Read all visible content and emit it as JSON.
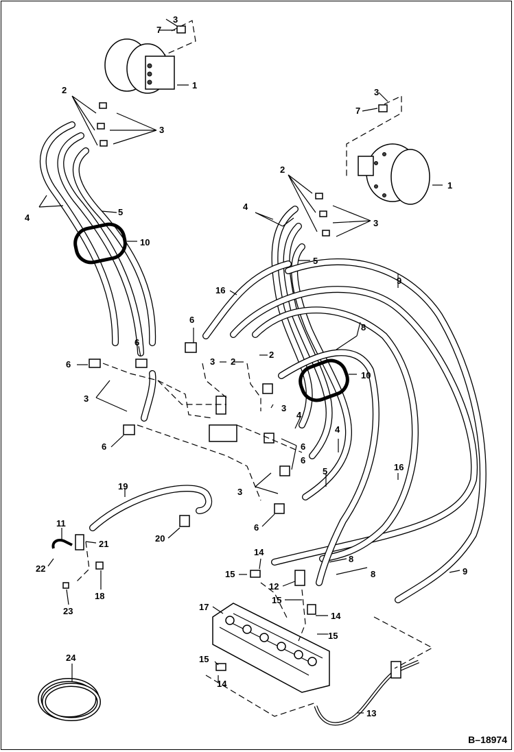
{
  "drawing_id": "B–18974",
  "callouts": [
    {
      "id": "c1a",
      "text": "1"
    },
    {
      "id": "c1b",
      "text": "1"
    },
    {
      "id": "c2a",
      "text": "2"
    },
    {
      "id": "c2b",
      "text": "2"
    },
    {
      "id": "c2c",
      "text": "2"
    },
    {
      "id": "c2d",
      "text": "2"
    },
    {
      "id": "c3a",
      "text": "3"
    },
    {
      "id": "c3b",
      "text": "3"
    },
    {
      "id": "c3c",
      "text": "3"
    },
    {
      "id": "c3d",
      "text": "3"
    },
    {
      "id": "c3e",
      "text": "3"
    },
    {
      "id": "c3f",
      "text": "3"
    },
    {
      "id": "c3g",
      "text": "3"
    },
    {
      "id": "c3h",
      "text": "3"
    },
    {
      "id": "c4a",
      "text": "4"
    },
    {
      "id": "c4b",
      "text": "4"
    },
    {
      "id": "c4c",
      "text": "4"
    },
    {
      "id": "c4d",
      "text": "4"
    },
    {
      "id": "c5a",
      "text": "5"
    },
    {
      "id": "c5b",
      "text": "5"
    },
    {
      "id": "c5c",
      "text": "5"
    },
    {
      "id": "c6a",
      "text": "6"
    },
    {
      "id": "c6b",
      "text": "6"
    },
    {
      "id": "c6c",
      "text": "6"
    },
    {
      "id": "c6d",
      "text": "6"
    },
    {
      "id": "c6e",
      "text": "6"
    },
    {
      "id": "c6f",
      "text": "6"
    },
    {
      "id": "c6g",
      "text": "6"
    },
    {
      "id": "c7a",
      "text": "7"
    },
    {
      "id": "c7b",
      "text": "7"
    },
    {
      "id": "c8a",
      "text": "8"
    },
    {
      "id": "c8b",
      "text": "8"
    },
    {
      "id": "c8c",
      "text": "8"
    },
    {
      "id": "c9a",
      "text": "9"
    },
    {
      "id": "c9b",
      "text": "9"
    },
    {
      "id": "c10a",
      "text": "10"
    },
    {
      "id": "c10b",
      "text": "10"
    },
    {
      "id": "c11",
      "text": "11"
    },
    {
      "id": "c12",
      "text": "12"
    },
    {
      "id": "c13",
      "text": "13"
    },
    {
      "id": "c14a",
      "text": "14"
    },
    {
      "id": "c14b",
      "text": "14"
    },
    {
      "id": "c14c",
      "text": "14"
    },
    {
      "id": "c15a",
      "text": "15"
    },
    {
      "id": "c15b",
      "text": "15"
    },
    {
      "id": "c15c",
      "text": "15"
    },
    {
      "id": "c15d",
      "text": "15"
    },
    {
      "id": "c16a",
      "text": "16"
    },
    {
      "id": "c16b",
      "text": "16"
    },
    {
      "id": "c17",
      "text": "17"
    },
    {
      "id": "c18",
      "text": "18"
    },
    {
      "id": "c19",
      "text": "19"
    },
    {
      "id": "c20",
      "text": "20"
    },
    {
      "id": "c21",
      "text": "21"
    },
    {
      "id": "c22",
      "text": "22"
    },
    {
      "id": "c23",
      "text": "23"
    },
    {
      "id": "c24",
      "text": "24"
    }
  ]
}
